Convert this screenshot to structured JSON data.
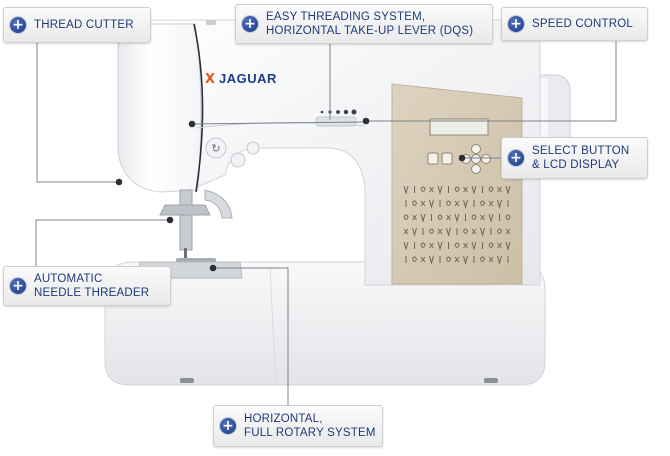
{
  "brand": {
    "mark": "X",
    "name": "JAGUAR",
    "mark_color": "#e05a1f",
    "name_color": "#1d3c87"
  },
  "callouts": [
    {
      "id": "thread-cutter",
      "lines": [
        "THREAD CUTTER"
      ]
    },
    {
      "id": "easy-threading",
      "lines": [
        "EASY THREADING SYSTEM,",
        "HORIZONTAL TAKE-UP LEVER (DQS)"
      ]
    },
    {
      "id": "speed-control",
      "lines": [
        "SPEED CONTROL"
      ]
    },
    {
      "id": "select-button",
      "lines": [
        "SELECT BUTTON",
        "& LCD DISPLAY"
      ]
    },
    {
      "id": "needle-threader",
      "lines": [
        "AUTOMATIC",
        "NEEDLE THREADER"
      ]
    },
    {
      "id": "rotary-system",
      "lines": [
        "HORIZONTAL,",
        "FULL ROTARY SYSTEM"
      ]
    }
  ],
  "colors": {
    "callout_text": "#1e3a7a",
    "plus_icon": "#1d3c87",
    "control_panel": "#d6cbb6",
    "body": "#ffffff"
  }
}
